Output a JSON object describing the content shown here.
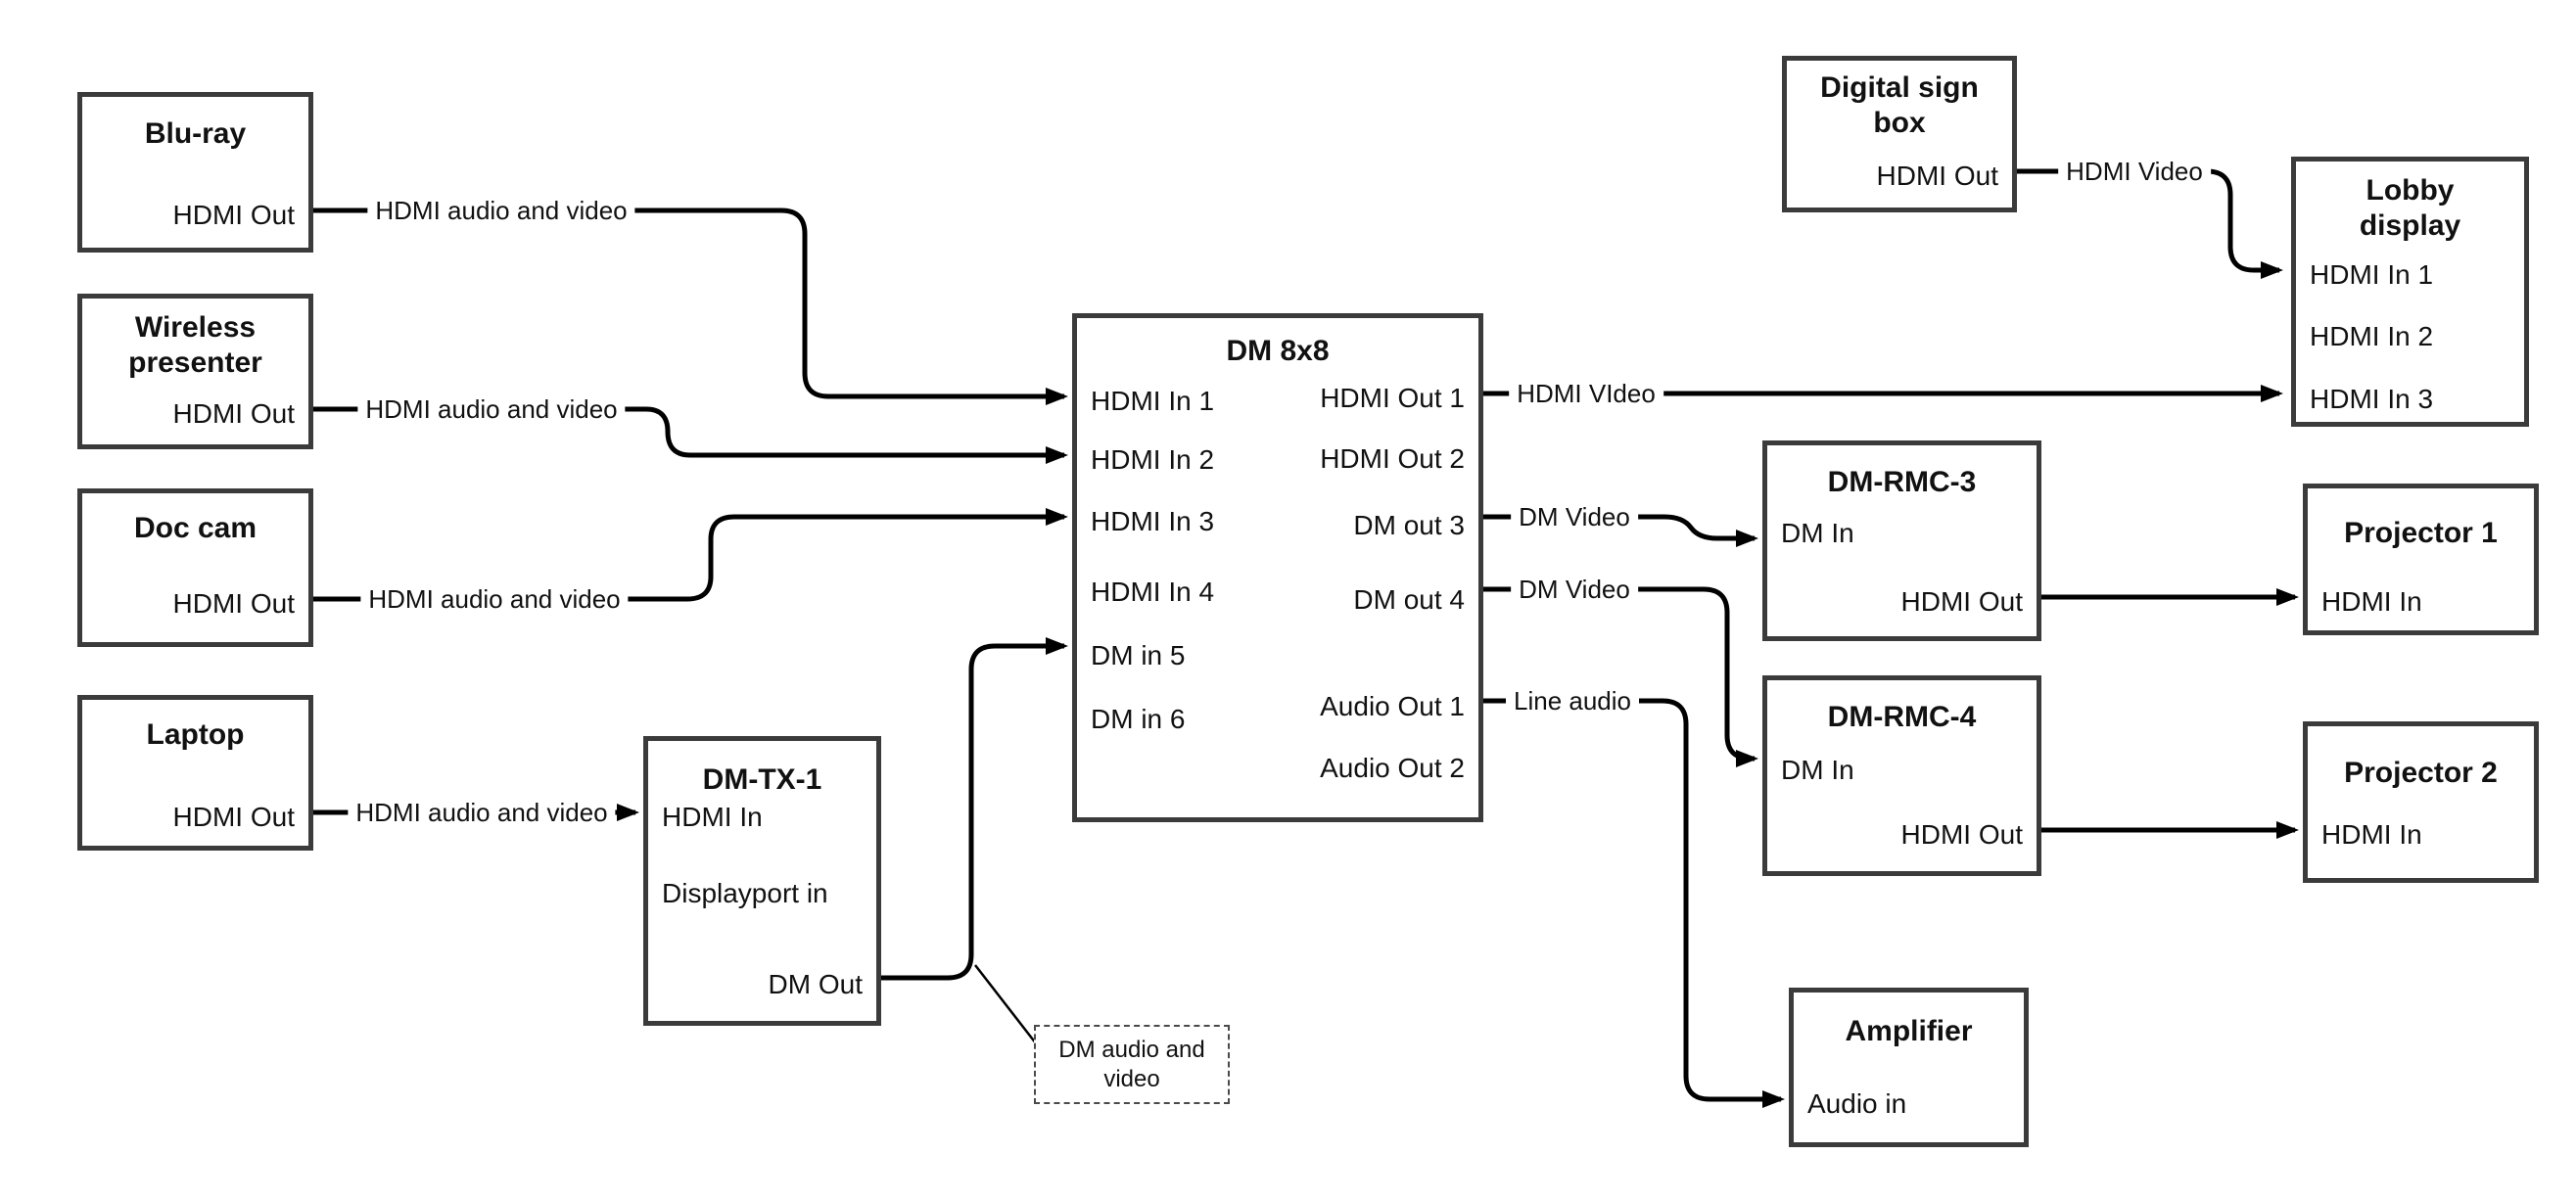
{
  "diagram": {
    "colors": {
      "wire": "#000000",
      "box_border": "#3b3b3b",
      "background": "#ffffff"
    },
    "nodes": {
      "bluray": {
        "title": "Blu-ray",
        "ports": {
          "hdmi_out": "HDMI Out"
        }
      },
      "wireless": {
        "title": "Wireless presenter",
        "ports": {
          "hdmi_out": "HDMI Out"
        }
      },
      "doccam": {
        "title": "Doc cam",
        "ports": {
          "hdmi_out": "HDMI Out"
        }
      },
      "laptop": {
        "title": "Laptop",
        "ports": {
          "hdmi_out": "HDMI Out"
        }
      },
      "dmtx1": {
        "title": "DM-TX-1",
        "ports": {
          "hdmi_in": "HDMI In",
          "dp_in": "Displayport in",
          "dm_out": "DM Out"
        }
      },
      "dm8x8": {
        "title": "DM 8x8",
        "ports": {
          "in1": "HDMI In 1",
          "in2": "HDMI In 2",
          "in3": "HDMI In 3",
          "in4": "HDMI In 4",
          "in5": "DM in 5",
          "in6": "DM in 6",
          "out1": "HDMI Out 1",
          "out2": "HDMI Out 2",
          "out3": "DM out 3",
          "out4": "DM out 4",
          "aout1": "Audio Out 1",
          "aout2": "Audio Out 2"
        }
      },
      "digital_sign": {
        "title": "Digital sign box",
        "ports": {
          "hdmi_out": "HDMI Out"
        }
      },
      "lobby": {
        "title": "Lobby display",
        "ports": {
          "in1": "HDMI In 1",
          "in2": "HDMI In 2",
          "in3": "HDMI In 3"
        }
      },
      "dmrmc3": {
        "title": "DM-RMC-3",
        "ports": {
          "dm_in": "DM In",
          "hdmi_out": "HDMI Out"
        }
      },
      "proj1": {
        "title": "Projector 1",
        "ports": {
          "hdmi_in": "HDMI In"
        }
      },
      "dmrmc4": {
        "title": "DM-RMC-4",
        "ports": {
          "dm_in": "DM In",
          "hdmi_out": "HDMI Out"
        }
      },
      "proj2": {
        "title": "Projector 2",
        "ports": {
          "hdmi_in": "HDMI In"
        }
      },
      "amplifier": {
        "title": "Amplifier",
        "ports": {
          "audio_in": "Audio in"
        }
      }
    },
    "wire_labels": {
      "bluray_to_dm8x8": "HDMI audio and video",
      "wireless_to_dm8x8": "HDMI audio and video",
      "doccam_to_dm8x8": "HDMI audio and video",
      "laptop_to_dmtx1": "HDMI audio and video",
      "dm8x8_to_lobby": "HDMI VIdeo",
      "sign_to_lobby": "HDMI Video",
      "dm8x8_to_rmc3": "DM Video",
      "dm8x8_to_rmc4": "DM Video",
      "dm8x8_to_amplifier": "Line audio"
    },
    "callout": {
      "text": "DM audio and video"
    }
  }
}
